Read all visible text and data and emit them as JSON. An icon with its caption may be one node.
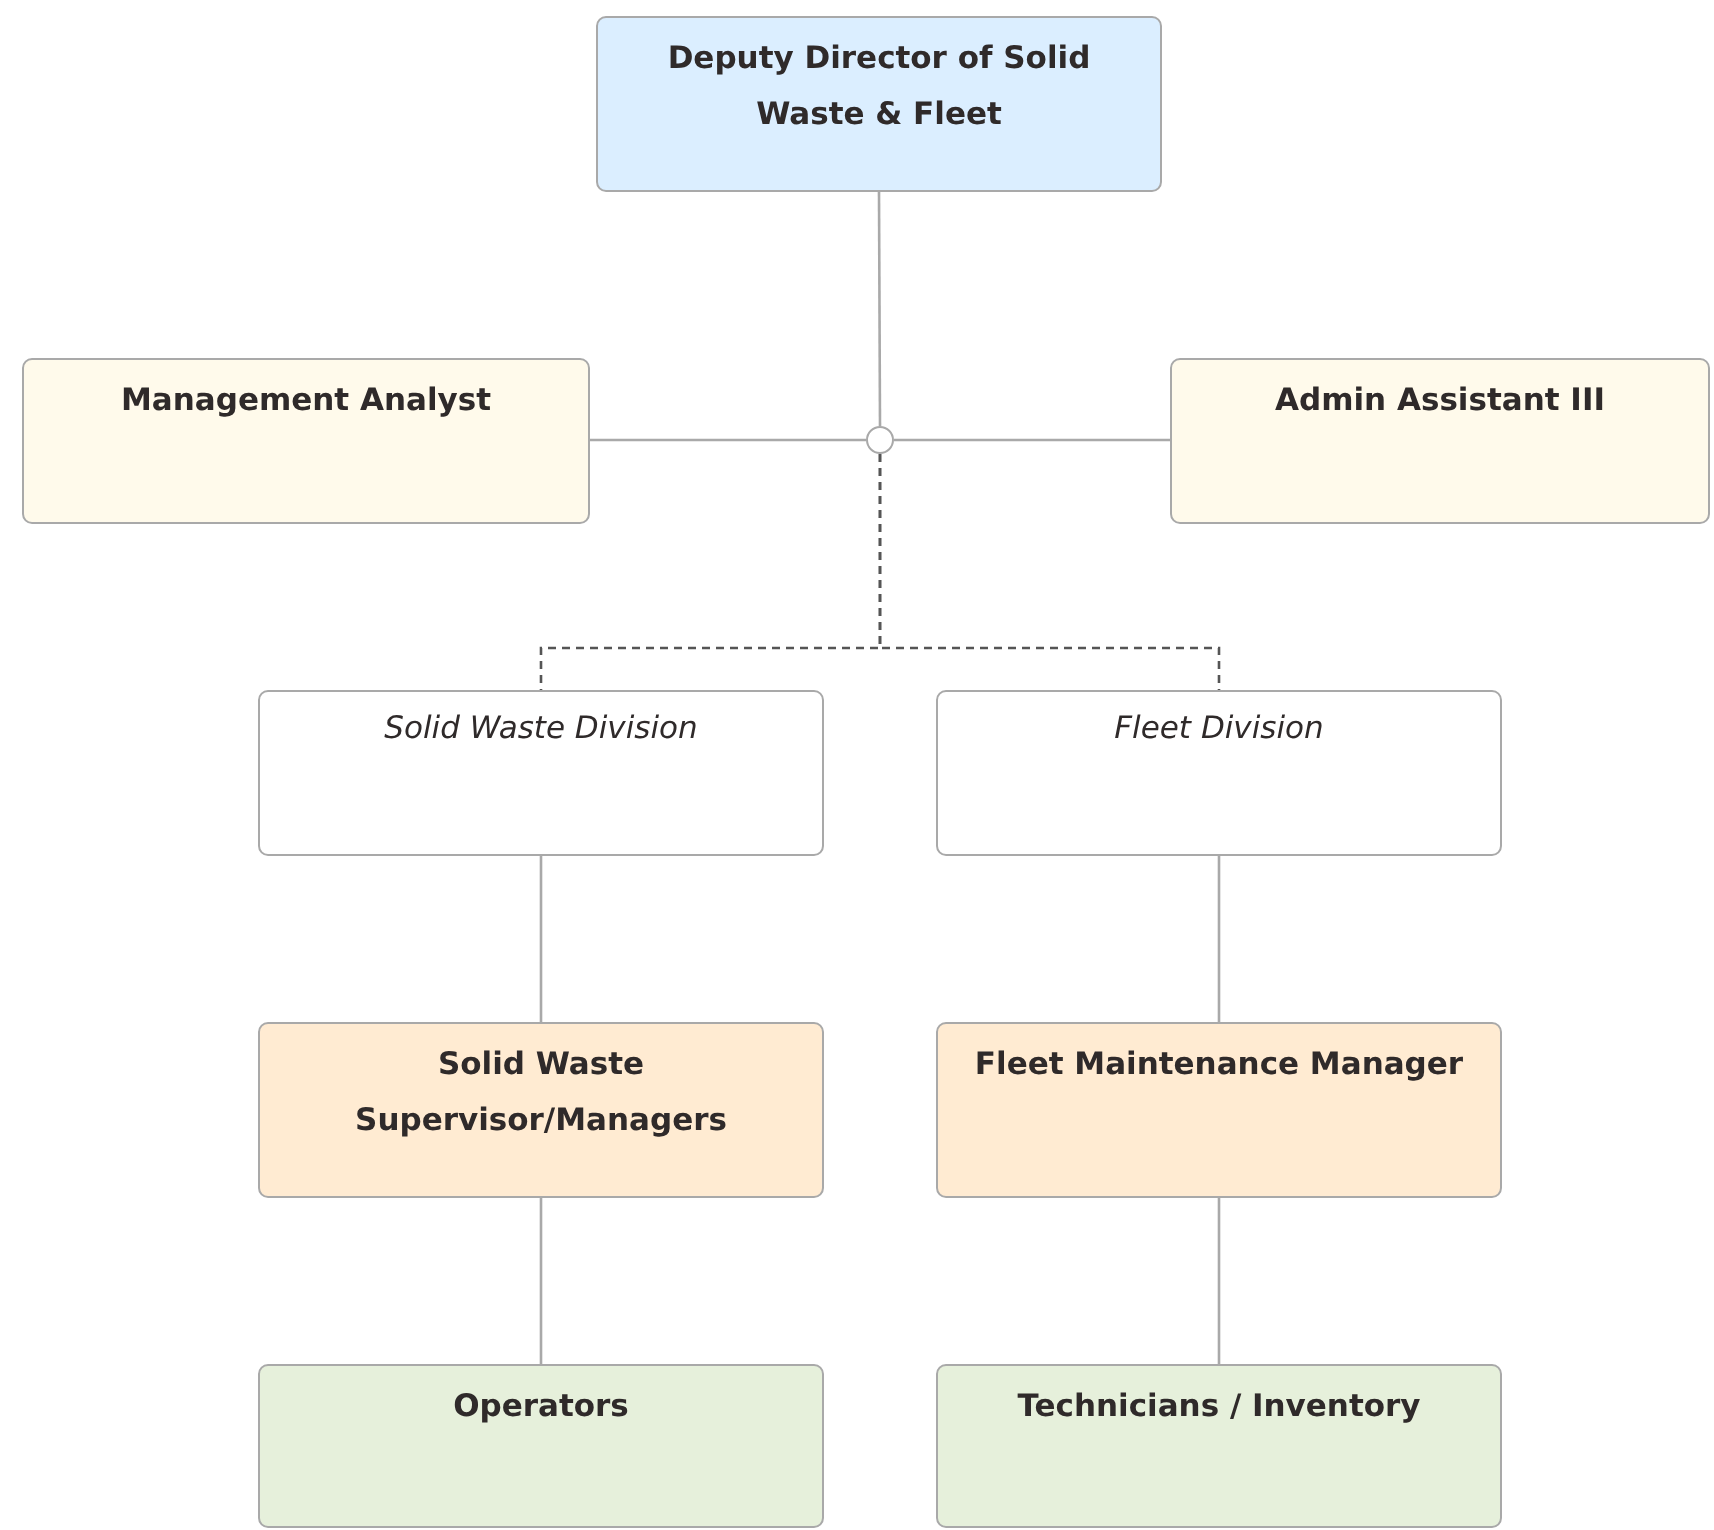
{
  "diagram": {
    "nodes": [
      {
        "text": [
          "Deputy Director of Solid Waste & Fleet"
        ]
      },
      {
        "text": [
          "Management Analyst"
        ]
      },
      {
        "text": [
          "Admin Assistant III"
        ]
      },
      {
        "text": [],
        "shape": "circle"
      },
      {
        "text": [
          "Solid Waste Division"
        ]
      },
      {
        "text": [
          "Fleet Division"
        ]
      },
      {
        "text": [
          "Solid Waste Supervisor/Managers"
        ]
      },
      {
        "text": [
          "Fleet Maintenance Manager"
        ]
      },
      {
        "text": [
          "Operators"
        ]
      },
      {
        "text": [
          "Technicians / Inventory"
        ]
      }
    ],
    "edges": [
      {
        "from": 0,
        "to": 3,
        "arrow": "none"
      },
      {
        "from": 1,
        "to": 3,
        "arrow": "none"
      },
      {
        "from": 2,
        "to": 3,
        "arrow": "none"
      },
      {
        "from": 3,
        "to": 4,
        "arrow": "none",
        "style": "dashed"
      },
      {
        "from": 3,
        "to": 5,
        "arrow": "none",
        "style": "dashed"
      },
      {
        "from": 4,
        "to": 6,
        "arrow": "none"
      },
      {
        "from": 5,
        "to": 7,
        "arrow": "none"
      },
      {
        "from": 6,
        "to": 8,
        "arrow": "none"
      },
      {
        "from": 7,
        "to": 9,
        "arrow": "none"
      }
    ]
  }
}
